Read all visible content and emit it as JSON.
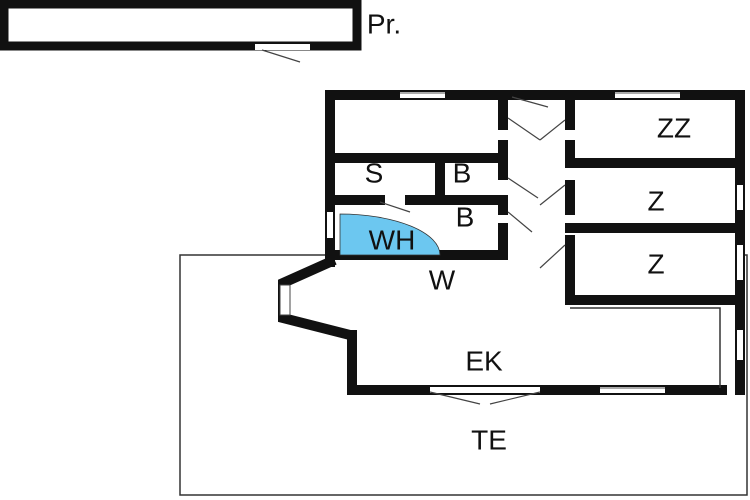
{
  "labels": {
    "pr": "Pr.",
    "zz": "ZZ",
    "z1": "Z",
    "z2": "Z",
    "s": "S",
    "b1": "B",
    "b2": "B",
    "wh": "WH",
    "w": "W",
    "ek": "EK",
    "te": "TE"
  },
  "colors": {
    "wall": "#111111",
    "heater": "#6cc7f0"
  }
}
